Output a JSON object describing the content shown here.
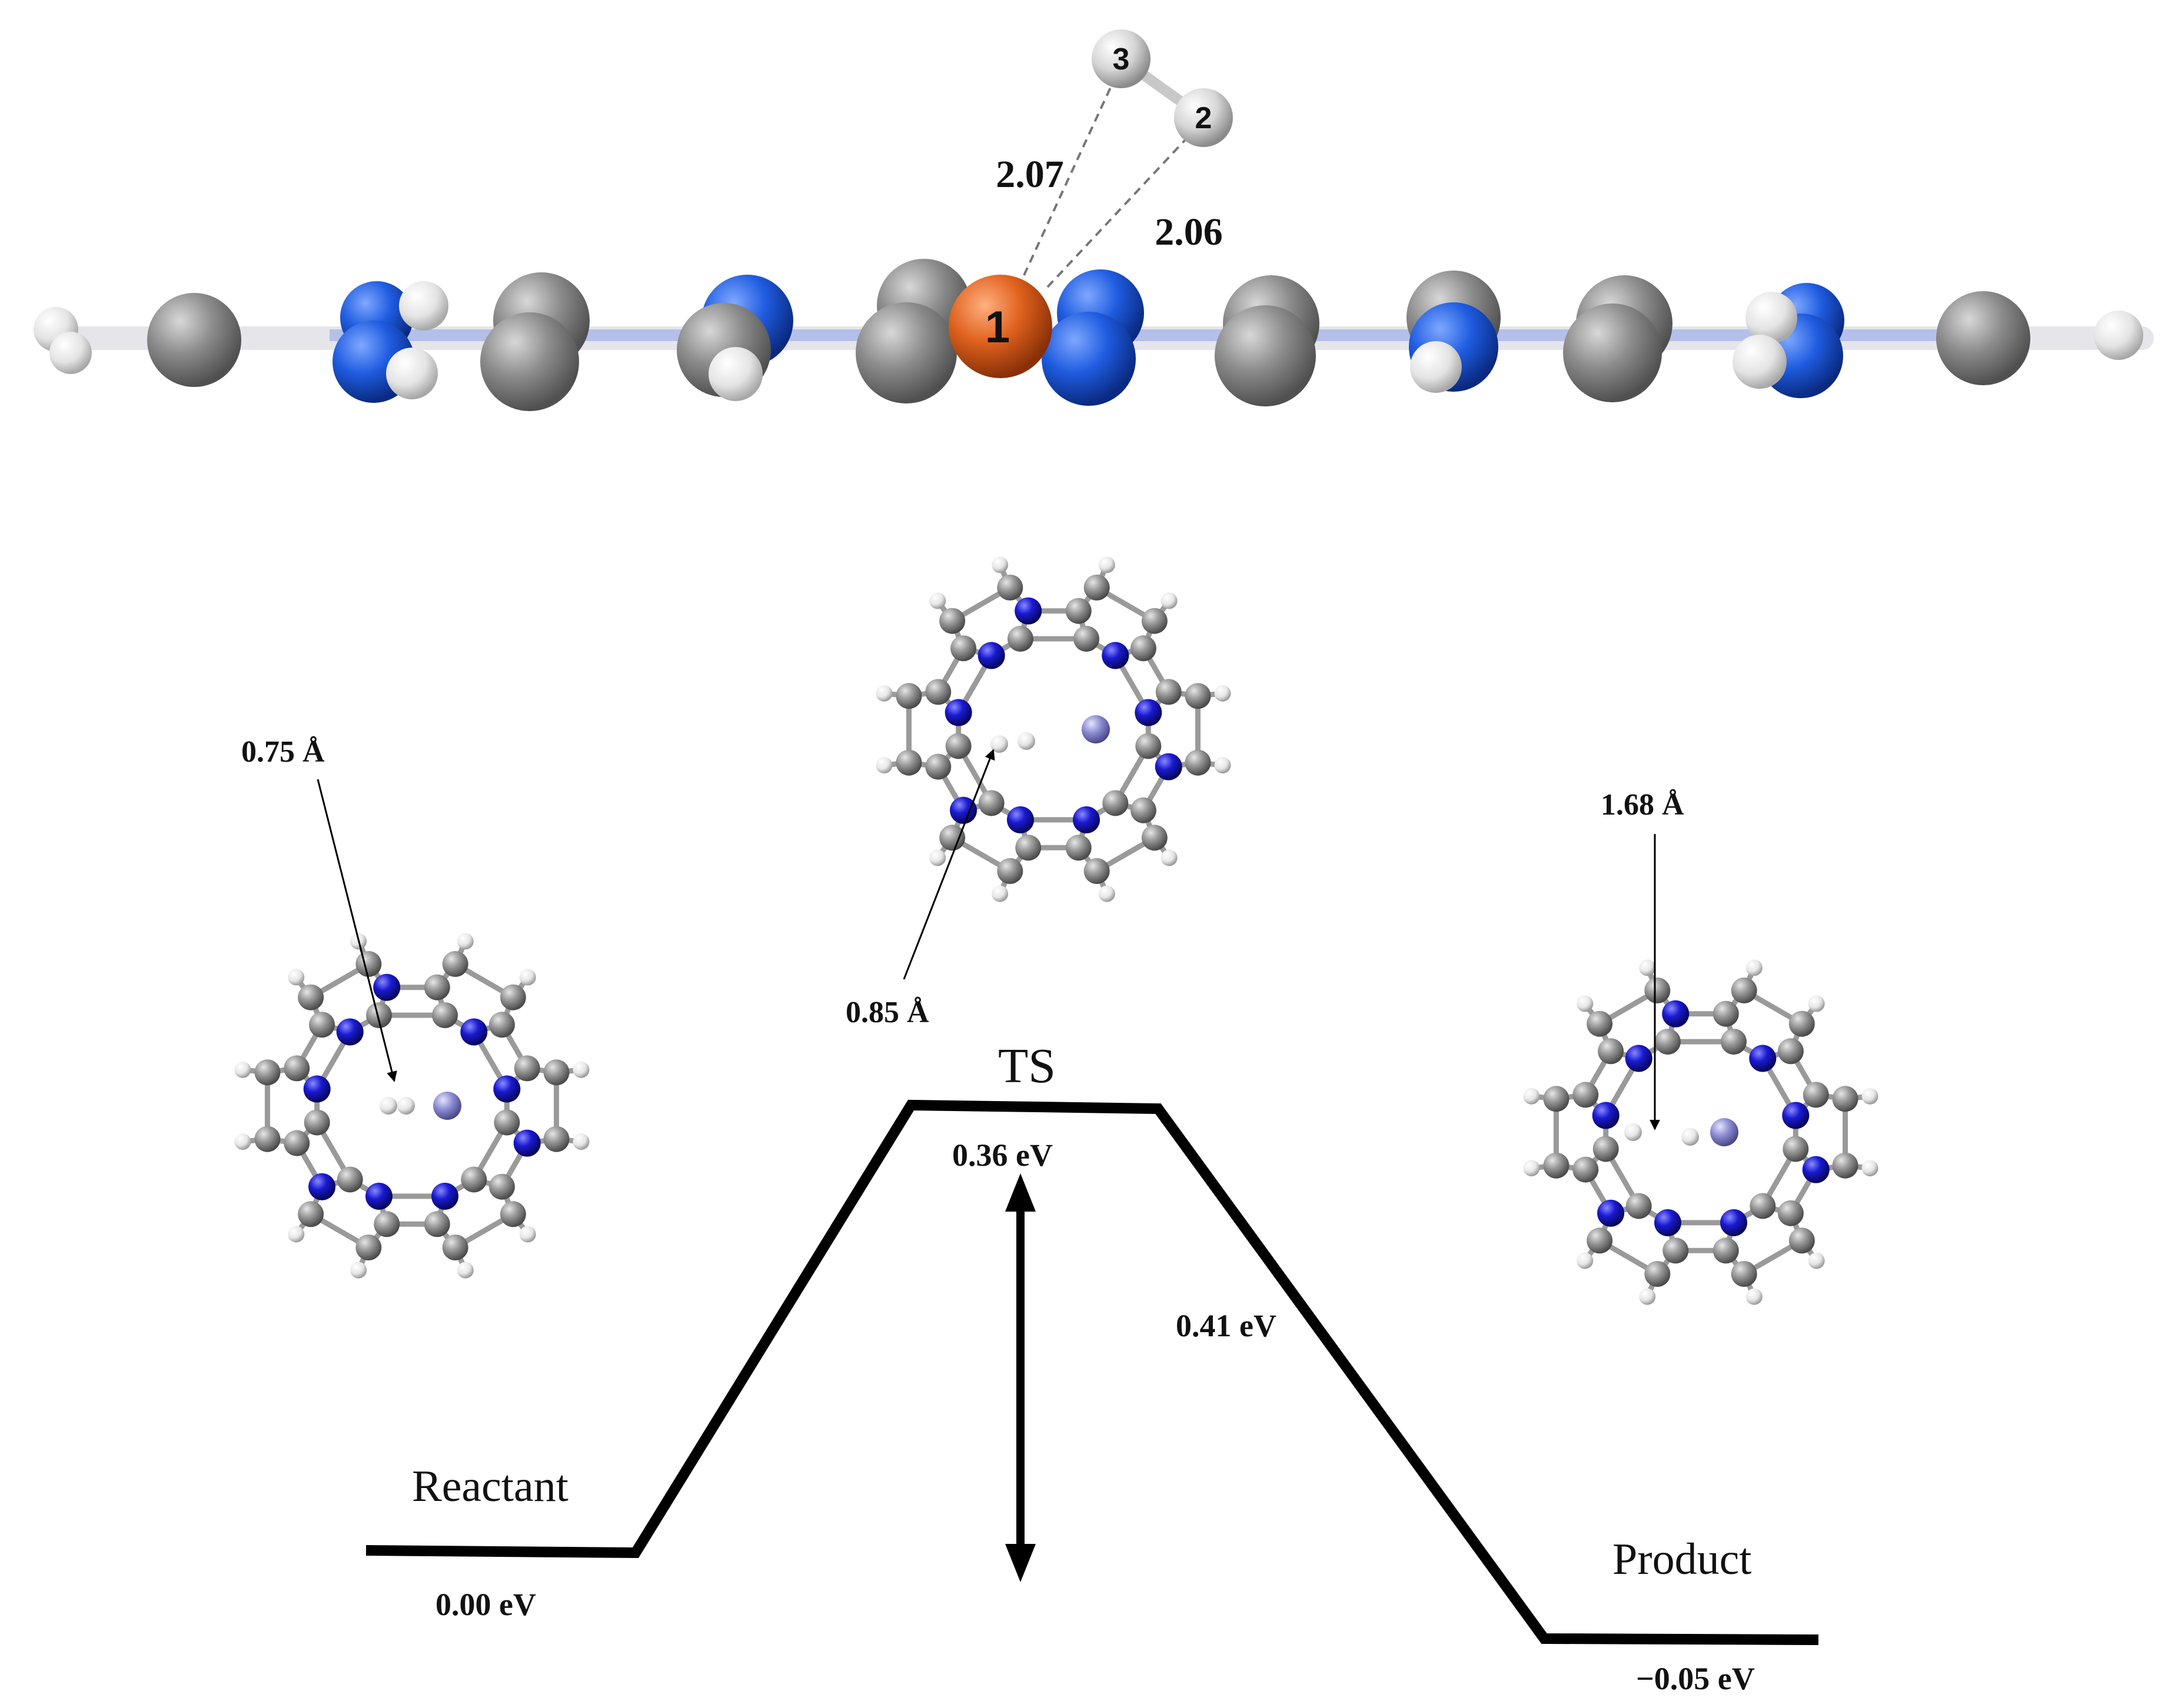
{
  "side_view": {
    "atom_labels": [
      "1",
      "2",
      "3"
    ],
    "distance_labels": [
      "2.07",
      "2.06"
    ]
  },
  "reactant": {
    "bond_length": "0.75 Å",
    "state_label": "Reactant",
    "energy": "0.00 eV"
  },
  "transition_state": {
    "bond_length": "0.85 Å",
    "state_label": "TS",
    "energy": "0.36 eV",
    "barrier": "0.41 eV"
  },
  "product": {
    "bond_length": "1.68 Å",
    "state_label": "Product",
    "energy": "−0.05 eV"
  },
  "colors": {
    "carbon": "#8c8c8c",
    "nitrogen": "#1a1ad2",
    "hydrogen": "#f2f2f2",
    "metal": "#8a8ad0",
    "metal_side": "#e0621e",
    "nitrogen_side": "#1f5ce0",
    "path": "#000000"
  }
}
